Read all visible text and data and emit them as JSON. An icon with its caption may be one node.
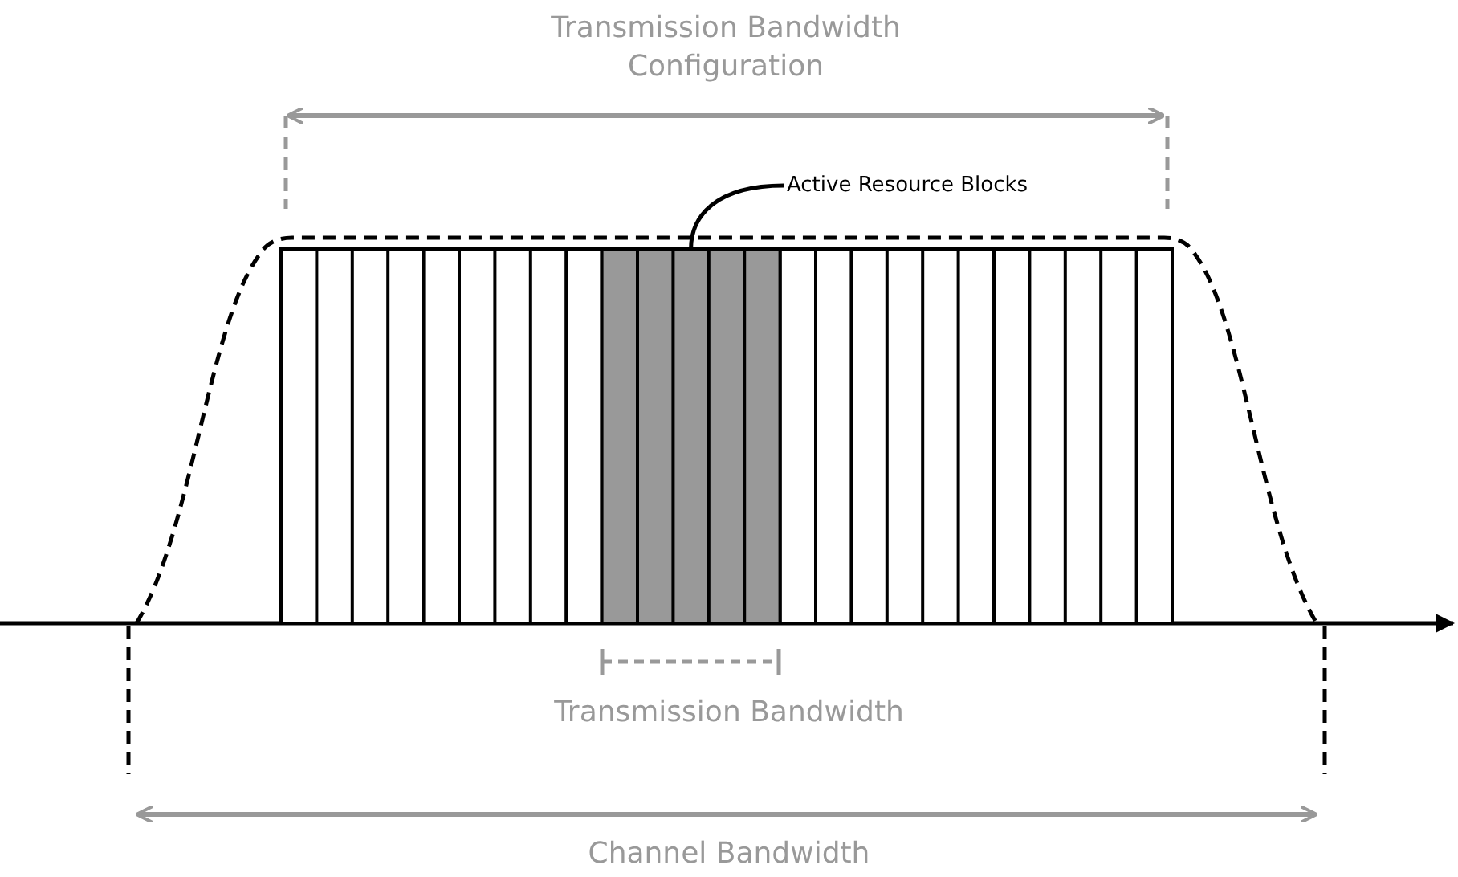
{
  "diagram": {
    "nodes": [
      {
        "text": [
          "Active Resource Blocks"
        ]
      },
      {
        "text": [],
        "shape": "box"
      }
    ],
    "edges": [
      {
        "from": 0,
        "to": 1,
        "arrow": "none"
      }
    ],
    "labels": [
      "Transmission Bandwidth Configuration",
      "Transmission Bandwidth",
      "Channel Bandwidth"
    ]
  }
}
